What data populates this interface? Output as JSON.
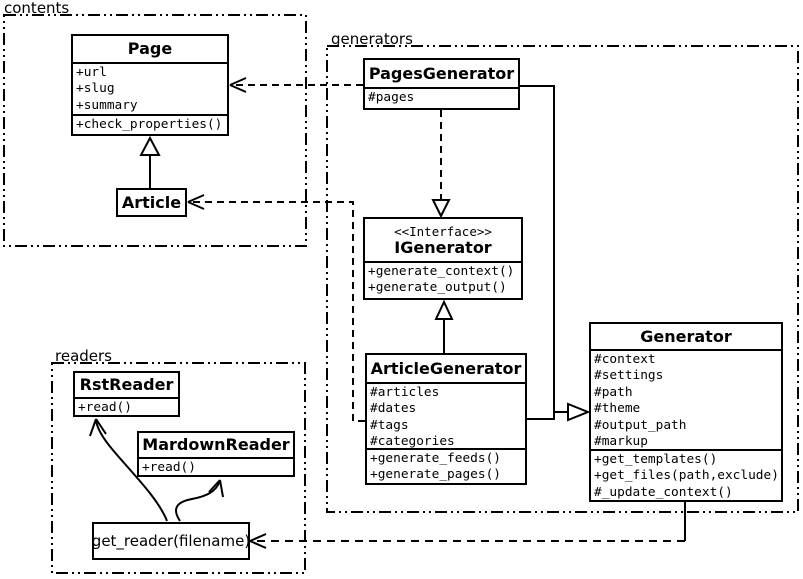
{
  "colors": {
    "line": "#000000",
    "background": "#ffffff"
  },
  "packages": {
    "contents": {
      "label": "contents"
    },
    "generators": {
      "label": "generators"
    },
    "readers": {
      "label": "readers"
    }
  },
  "classes": {
    "page": {
      "name": "Page",
      "attributes": [
        "+url",
        "+slug",
        "+summary"
      ],
      "methods": [
        "+check_properties()"
      ]
    },
    "article": {
      "name": "Article"
    },
    "pages_generator": {
      "name": "PagesGenerator",
      "attributes": [
        "#pages"
      ]
    },
    "igenerator": {
      "stereotype": "<<Interface>>",
      "name": "IGenerator",
      "methods": [
        "+generate_context()",
        "+generate_output()"
      ]
    },
    "article_generator": {
      "name": "ArticleGenerator",
      "attributes": [
        "#articles",
        "#dates",
        "#tags",
        "#categories"
      ],
      "methods": [
        "+generate_feeds()",
        "+generate_pages()"
      ]
    },
    "generator": {
      "name": "Generator",
      "attributes": [
        "#context",
        "#settings",
        "#path",
        "#theme",
        "#output_path",
        "#markup"
      ],
      "methods": [
        "+get_templates()",
        "+get_files(path,exclude)",
        "#_update_context()"
      ]
    },
    "rst_reader": {
      "name": "RstReader",
      "methods": [
        "+read()"
      ]
    },
    "mardown_reader": {
      "name": "MardownReader",
      "methods": [
        "+read()"
      ]
    },
    "get_reader": {
      "name": "get_reader(filename)"
    }
  },
  "relations": [
    {
      "from": "Article",
      "to": "Page",
      "type": "generalization"
    },
    {
      "from": "PagesGenerator",
      "to": "Page",
      "type": "dependency"
    },
    {
      "from": "ArticleGenerator",
      "to": "Article",
      "type": "dependency"
    },
    {
      "from": "PagesGenerator",
      "to": "IGenerator",
      "type": "realization"
    },
    {
      "from": "ArticleGenerator",
      "to": "IGenerator",
      "type": "generalization"
    },
    {
      "from": "PagesGenerator",
      "to": "Generator",
      "type": "generalization"
    },
    {
      "from": "ArticleGenerator",
      "to": "Generator",
      "type": "generalization"
    },
    {
      "from": "Generator",
      "to": "get_reader(filename)",
      "type": "dependency"
    },
    {
      "from": "get_reader(filename)",
      "to": "RstReader",
      "type": "arrow"
    },
    {
      "from": "get_reader(filename)",
      "to": "MardownReader",
      "type": "arrow"
    }
  ]
}
